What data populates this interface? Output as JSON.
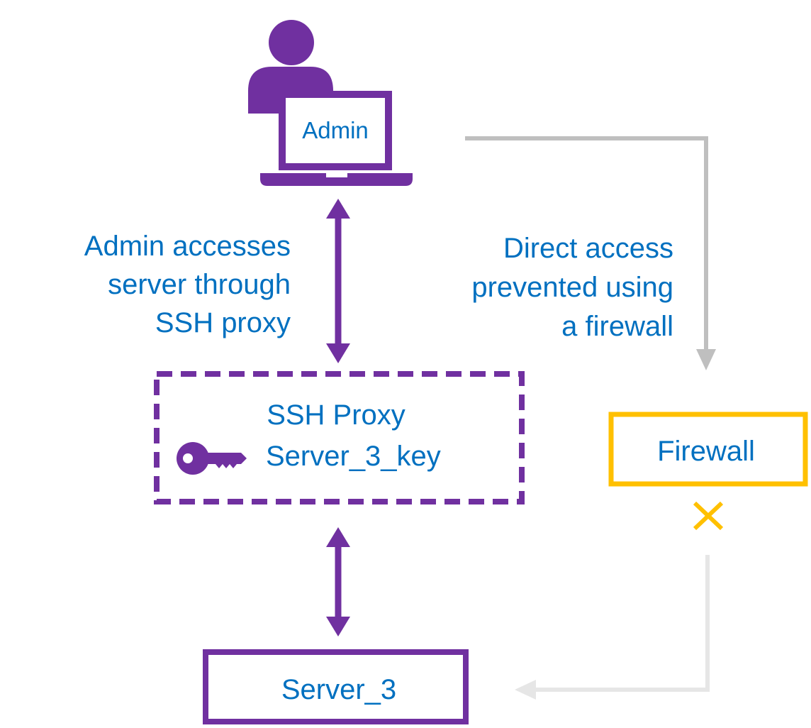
{
  "colors": {
    "purple": "#7030A0",
    "blue_text": "#0070C0",
    "gray_arrow": "#BFBFBF",
    "light_gray_arrow": "#E6E6E6",
    "firewall_yellow": "#FFC000"
  },
  "admin": {
    "label": "Admin",
    "icon": "person-with-laptop-icon"
  },
  "left_caption": {
    "line1": "Admin accesses",
    "line2": "server through",
    "line3": "SSH proxy"
  },
  "right_caption": {
    "line1": "Direct access",
    "line2": "prevented using",
    "line3": "a firewall"
  },
  "proxy": {
    "title": "SSH Proxy",
    "key_label": "Server_3_key",
    "key_icon": "key-icon"
  },
  "firewall": {
    "label": "Firewall",
    "blocked_icon": "x-mark-icon"
  },
  "server": {
    "label": "Server_3"
  }
}
